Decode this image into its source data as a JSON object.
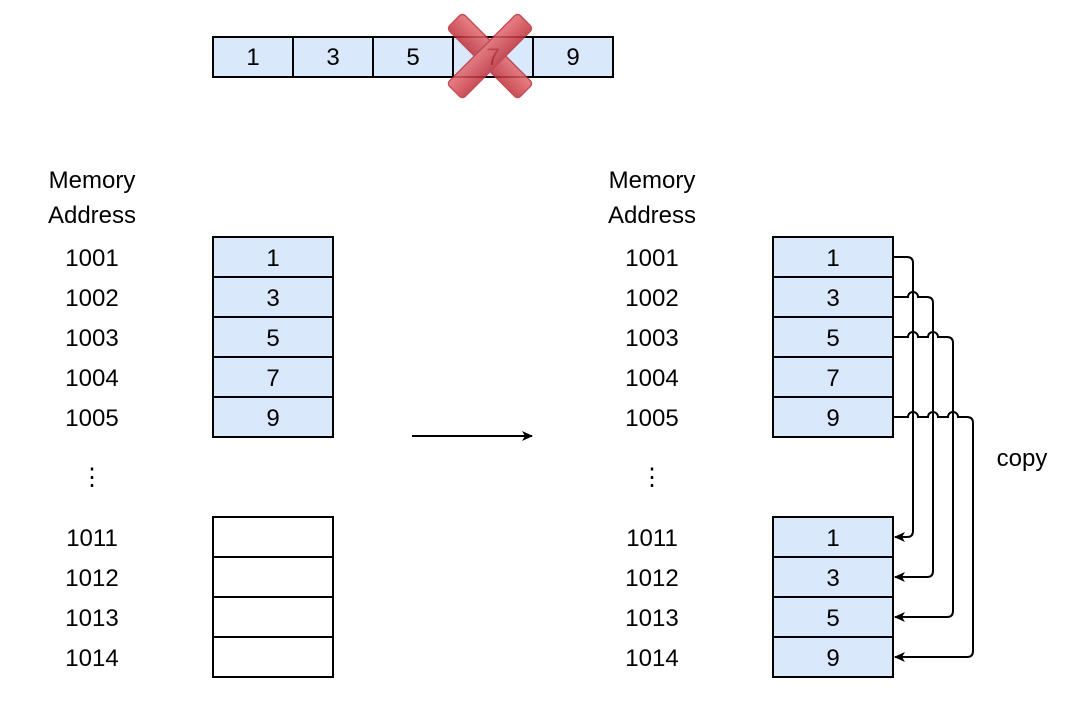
{
  "colors": {
    "cell_fill": "#dae8fc",
    "cell_stroke": "#000000",
    "empty_fill": "#ffffff",
    "cross_fill": "#d6484f",
    "arrow": "#000000"
  },
  "top_array": {
    "values": [
      "1",
      "3",
      "5",
      "7",
      "9"
    ],
    "removed_index": 3,
    "removed_marker_icon": "red-x-icon"
  },
  "left_memory": {
    "header_line1": "Memory",
    "header_line2": "Address",
    "ellipsis": "⋮",
    "rows": [
      {
        "address": "1001",
        "value": "1"
      },
      {
        "address": "1002",
        "value": "3"
      },
      {
        "address": "1003",
        "value": "5"
      },
      {
        "address": "1004",
        "value": "7"
      },
      {
        "address": "1005",
        "value": "9"
      }
    ],
    "rows2": [
      {
        "address": "1011",
        "value": ""
      },
      {
        "address": "1012",
        "value": ""
      },
      {
        "address": "1013",
        "value": ""
      },
      {
        "address": "1014",
        "value": ""
      }
    ]
  },
  "right_memory": {
    "header_line1": "Memory",
    "header_line2": "Address",
    "ellipsis": "⋮",
    "rows": [
      {
        "address": "1001",
        "value": "1"
      },
      {
        "address": "1002",
        "value": "3"
      },
      {
        "address": "1003",
        "value": "5"
      },
      {
        "address": "1004",
        "value": "7"
      },
      {
        "address": "1005",
        "value": "9"
      }
    ],
    "rows2": [
      {
        "address": "1011",
        "value": "1"
      },
      {
        "address": "1012",
        "value": "3"
      },
      {
        "address": "1013",
        "value": "5"
      },
      {
        "address": "1014",
        "value": "9"
      }
    ]
  },
  "copy_label": "copy",
  "copy_links": [
    {
      "from": 0,
      "to": 0
    },
    {
      "from": 1,
      "to": 1
    },
    {
      "from": 2,
      "to": 2
    },
    {
      "from": 4,
      "to": 3
    }
  ]
}
